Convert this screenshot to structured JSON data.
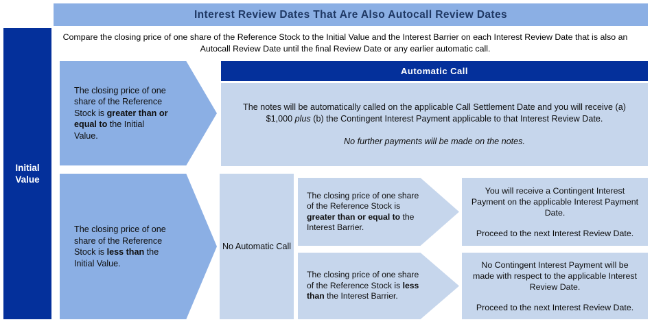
{
  "title": "Interest Review Dates That Are Also Autocall Review Dates",
  "intro": "Compare the closing price of one share of the Reference Stock to the Initial Value and the Interest Barrier on each Interest Review Date that is also an Autocall Review Date until the final Review Date or any earlier automatic call.",
  "initial_value_label": "Initial Value",
  "branch_ge_initial": {
    "text_pre": "The closing price of one share of the Reference Stock is ",
    "text_bold": "greater than or equal to",
    "text_post": " the Initial Value."
  },
  "branch_lt_initial": {
    "text_pre": "The closing price of one share of the Reference Stock is ",
    "text_bold": "less than",
    "text_post": " the Initial Value."
  },
  "automatic_call": {
    "header": "Automatic Call",
    "body_pre": "The notes will be automatically called on the applicable Call Settlement Date and you will receive (a) $1,000 ",
    "body_italic": "plus",
    "body_post": " (b) the Contingent Interest Payment applicable to that Interest Review Date.",
    "note": "No further payments will be made on the notes."
  },
  "no_automatic_call": {
    "label": "No Automatic Call"
  },
  "branch_ge_barrier": {
    "text_pre": "The closing price of one share of the Reference Stock is ",
    "text_bold": "greater than or equal to",
    "text_post": " the Interest Barrier."
  },
  "branch_lt_barrier": {
    "text_pre": "The closing price of one share of the Reference Stock is ",
    "text_bold": "less than",
    "text_post": " the Interest Barrier."
  },
  "outcome_payment": {
    "line1": "You will receive a Contingent Interest Payment on the applicable Interest Payment Date.",
    "line2": "Proceed to the next Interest Review Date."
  },
  "outcome_no_payment": {
    "line1": "No Contingent Interest Payment will be made with respect to the applicable Interest Review Date.",
    "line2": "Proceed to the next Interest Review Date."
  },
  "colors": {
    "dark_blue": "#04309B",
    "medium_blue": "#8BAFE4",
    "light_blue": "#C6D6EC",
    "title_text": "#1F3864",
    "body_text": "#0D0D0D"
  }
}
